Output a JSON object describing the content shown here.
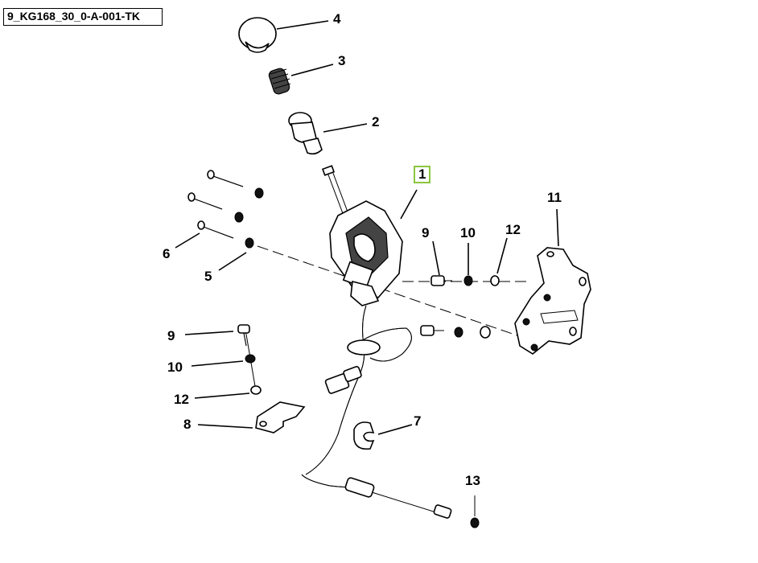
{
  "drawing_id": "9_KG168_30_0-A-001-TK",
  "callouts": {
    "c1": "1",
    "c2": "2",
    "c3": "3",
    "c4": "4",
    "c5": "5",
    "c6": "6",
    "c7": "7",
    "c8": "8",
    "c9a": "9",
    "c9b": "9",
    "c10a": "10",
    "c10b": "10",
    "c11": "11",
    "c12a": "12",
    "c12b": "12",
    "c13": "13"
  },
  "colors": {
    "highlight_border": "#8cc63f",
    "line": "#000000"
  }
}
